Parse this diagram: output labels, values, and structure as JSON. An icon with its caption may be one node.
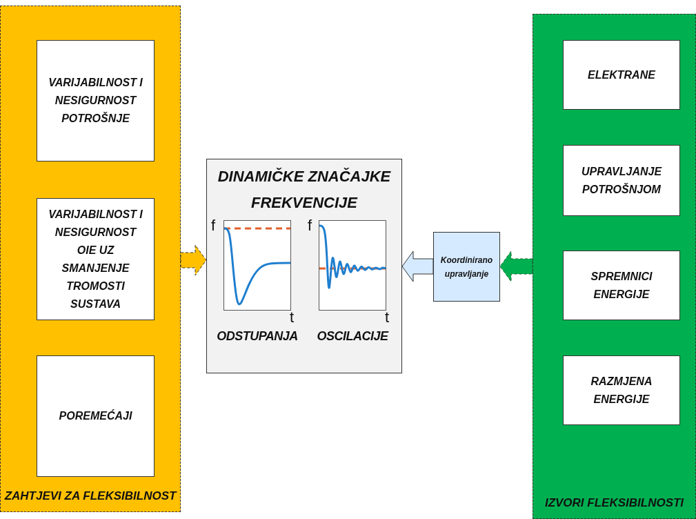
{
  "diagram": {
    "nodes": [
      {
        "text": [
          "ZAHTJEVI ZA FLEKSIBILNOST"
        ]
      },
      {
        "text": [
          "VARIJABILNOST I NESIGURNOST POTROŠNJE"
        ],
        "in": 0
      },
      {
        "text": [
          "VARIJABILNOST I NESIGURNOST OIE UZ SMANJENJE TROMOSTI SUSTAVA"
        ],
        "in": 0
      },
      {
        "text": [
          "POREMEĆAJI"
        ],
        "in": 0
      },
      {
        "text": [
          "DINAMIČKE ZNAČAJKE FREKVENCIJE"
        ]
      },
      {
        "text": [
          "ODSTUPANJA"
        ],
        "in": 4
      },
      {
        "text": [
          "OSCILACIJE"
        ],
        "in": 4
      },
      {
        "text": [
          "Koordinirano upravljanje"
        ]
      },
      {
        "text": [
          "IZVORI FLEKSIBILNOSTI"
        ]
      },
      {
        "text": [
          "ELEKTRANE"
        ],
        "in": 8
      },
      {
        "text": [
          "UPRAVLJANJE POTROŠNJOM"
        ],
        "in": 8
      },
      {
        "text": [
          "SPREMNICI ENERGIJE"
        ],
        "in": 8
      },
      {
        "text": [
          "RAZMJENA ENERGIJE"
        ],
        "in": 8
      }
    ],
    "edges": [
      {
        "from": 0,
        "to": 4,
        "arrow": "to",
        "style": "dashed",
        "color": "#ffc000"
      },
      {
        "from": 7,
        "to": 4,
        "arrow": "to",
        "color": "#d5eaff"
      },
      {
        "from": 8,
        "to": 7,
        "arrow": "to",
        "style": "dashed",
        "color": "#00b050"
      }
    ],
    "labels": [
      "f",
      "t",
      "f",
      "t"
    ]
  }
}
